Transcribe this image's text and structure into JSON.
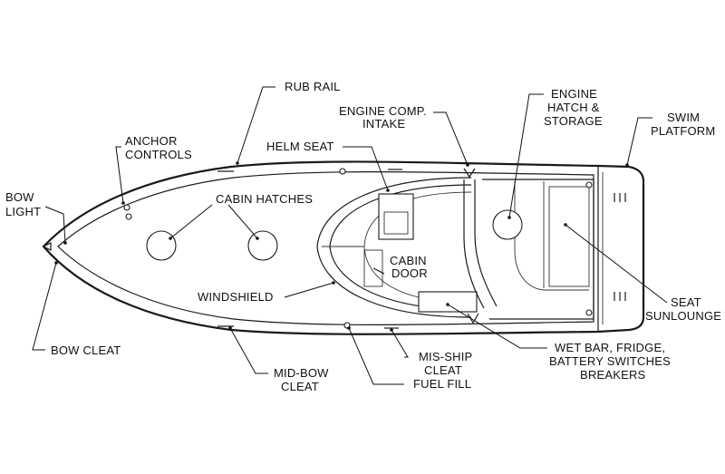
{
  "labels": {
    "rub_rail": "RUB RAIL",
    "anchor_controls_1": "ANCHOR",
    "anchor_controls_2": "CONTROLS",
    "bow_light_1": "BOW",
    "bow_light_2": "LIGHT",
    "helm_seat": "HELM SEAT",
    "engine_comp_1": "ENGINE COMP.",
    "engine_comp_2": "INTAKE",
    "engine_hatch_1": "ENGINE",
    "engine_hatch_2": "HATCH &",
    "engine_hatch_3": "STORAGE",
    "swim_platform_1": "SWIM",
    "swim_platform_2": "PLATFORM",
    "cabin_hatches": "CABIN HATCHES",
    "cabin_door_1": "CABIN",
    "cabin_door_2": "DOOR",
    "windshield": "WINDSHIELD",
    "seat_sunlounge_1": "SEAT",
    "seat_sunlounge_2": "SUNLOUNGE",
    "bow_cleat": "BOW CLEAT",
    "mid_bow_cleat_1": "MID-BOW",
    "mid_bow_cleat_2": "CLEAT",
    "mis_ship_cleat_1": "MIS-SHIP",
    "mis_ship_cleat_2": "CLEAT",
    "fuel_fill": "FUEL FILL",
    "wet_bar_1": "WET BAR, FRIDGE,",
    "wet_bar_2": "BATTERY SWITCHES",
    "wet_bar_3": "BREAKERS"
  }
}
